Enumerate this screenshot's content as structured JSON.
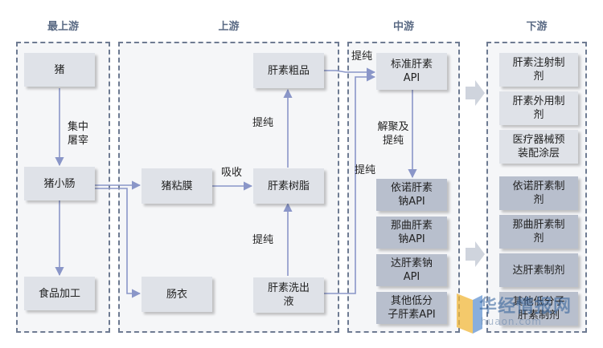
{
  "headers": {
    "s1": "最上游",
    "s2": "上游",
    "s3": "中游",
    "s4": "下游"
  },
  "nodes": {
    "pig": "猪",
    "intestine": "猪小肠",
    "food": "食品加工",
    "mucosa": "猪粘膜",
    "casing": "肠衣",
    "crude": "肝素粗品",
    "resin": "肝素树脂",
    "eluate": "肝素洗出\n液",
    "api": "标准肝素\nAPI",
    "enox": "依诺肝素\n钠API",
    "nadro": "那曲肝素\n钠API",
    "dalte": "达肝素钠\nAPI",
    "lmwh": "其他低分\n子肝素API",
    "inj": "肝素注射制\n剂",
    "ext": "肝素外用制\n剂",
    "device": "医疗器械预\n装配涂层",
    "enoxp": "依诺肝素制\n剂",
    "nadrop": "那曲肝素制\n剂",
    "daltep": "达肝素制剂",
    "otherp": "其他低分子\n肝素制剂"
  },
  "edge_labels": {
    "slaughter": "集中\n屠宰",
    "absorb": "吸收",
    "purify_up": "提纯",
    "purify_low": "提纯",
    "purify_top": "提纯",
    "purify_mid": "提纯",
    "depoly": "解聚及\n提纯"
  },
  "watermark": {
    "brand": "华经情报网",
    "url": "huaon.com"
  },
  "colors": {
    "border": "#6e7b92",
    "arrow": "#8a96c8",
    "box_light": "#dfe2e8",
    "box_dark": "#b8bfcd"
  }
}
